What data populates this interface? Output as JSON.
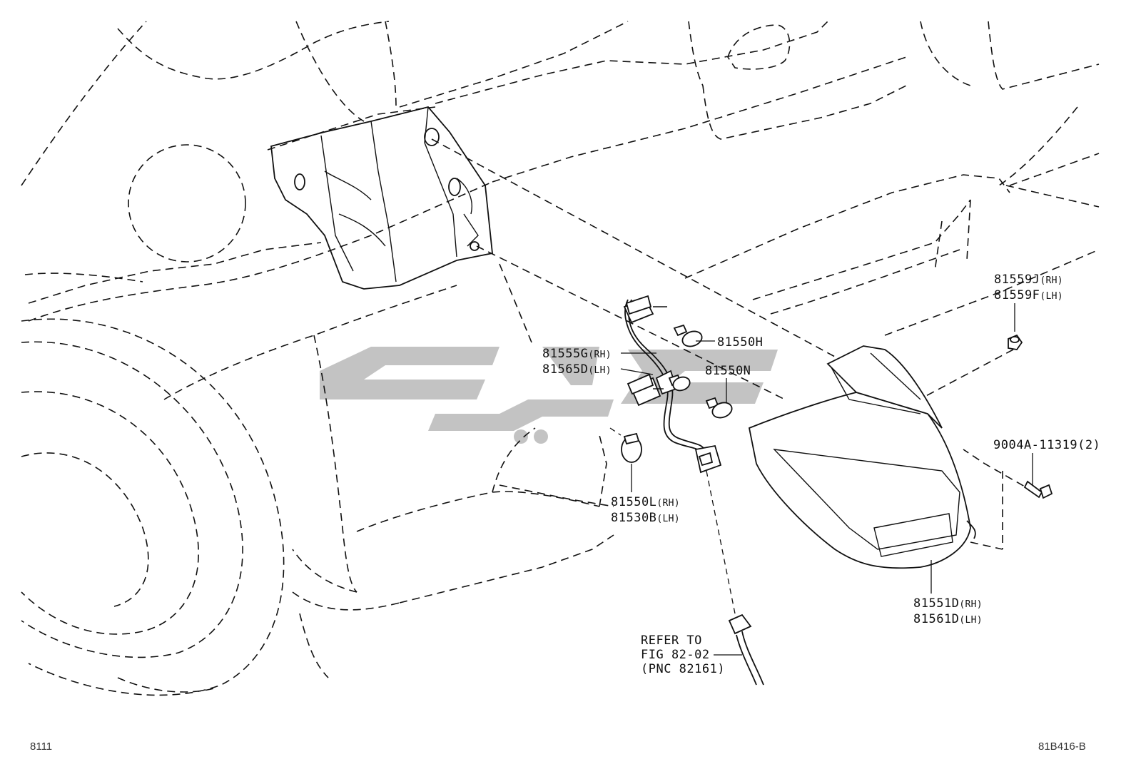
{
  "callouts": {
    "bolt_cap": {
      "line1": "81559J",
      "tag1": "(RH)",
      "line2": "81559F",
      "tag2": "(LH)"
    },
    "bulb_h": {
      "text": "81550H"
    },
    "socket": {
      "line1": "81555G",
      "tag1": "(RH)",
      "line2": "81565D",
      "tag2": "(LH)"
    },
    "bulb_n": {
      "text": "81550N"
    },
    "screw": {
      "text": "9004A-11319(2)"
    },
    "bulb_l": {
      "line1": "81550L",
      "tag1": "(RH)",
      "line2": "81530B",
      "tag2": "(LH)"
    },
    "lamp": {
      "line1": "81551D",
      "tag1": "(RH)",
      "line2": "81561D",
      "tag2": "(LH)"
    },
    "refer": {
      "line1": "REFER TO",
      "line2": "FIG 82-02",
      "line3": "(PNC 82161)"
    }
  },
  "footer": {
    "fig_code": "8111",
    "illustration_id": "81B416-B"
  },
  "colors": {
    "line": "#111111",
    "watermark": "#b8b8b8",
    "background": "#ffffff"
  }
}
